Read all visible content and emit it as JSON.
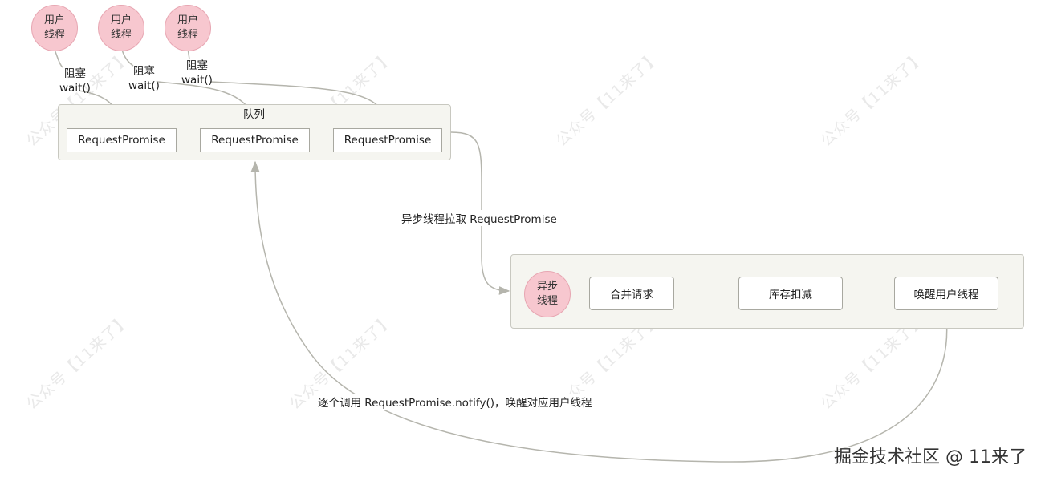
{
  "watermark": "公众号【11来了】",
  "threads": [
    {
      "label": "用户\n线程"
    },
    {
      "label": "用户\n线程"
    },
    {
      "label": "用户\n线程"
    }
  ],
  "block_labels": [
    {
      "line1": "阻塞",
      "line2": "wait()"
    },
    {
      "line1": "阻塞",
      "line2": "wait()"
    },
    {
      "line1": "阻塞",
      "line2": "wait()"
    }
  ],
  "queue": {
    "title": "队列",
    "items": [
      "RequestPromise",
      "RequestPromise",
      "RequestPromise"
    ]
  },
  "async_group": {
    "thread_label": "异步\n线程",
    "steps": [
      "合并请求",
      "库存扣减",
      "唤醒用户线程"
    ]
  },
  "edge_labels": {
    "pull": "异步线程拉取 RequestPromise",
    "notify": "逐个调用 RequestPromise.notify()，唤醒对应用户线程"
  },
  "brand": "掘金技术社区 @ 11来了",
  "colors": {
    "thread_fill": "#f7c7cf",
    "group_fill": "#f5f5f0",
    "edge": "#b5b5ad"
  }
}
